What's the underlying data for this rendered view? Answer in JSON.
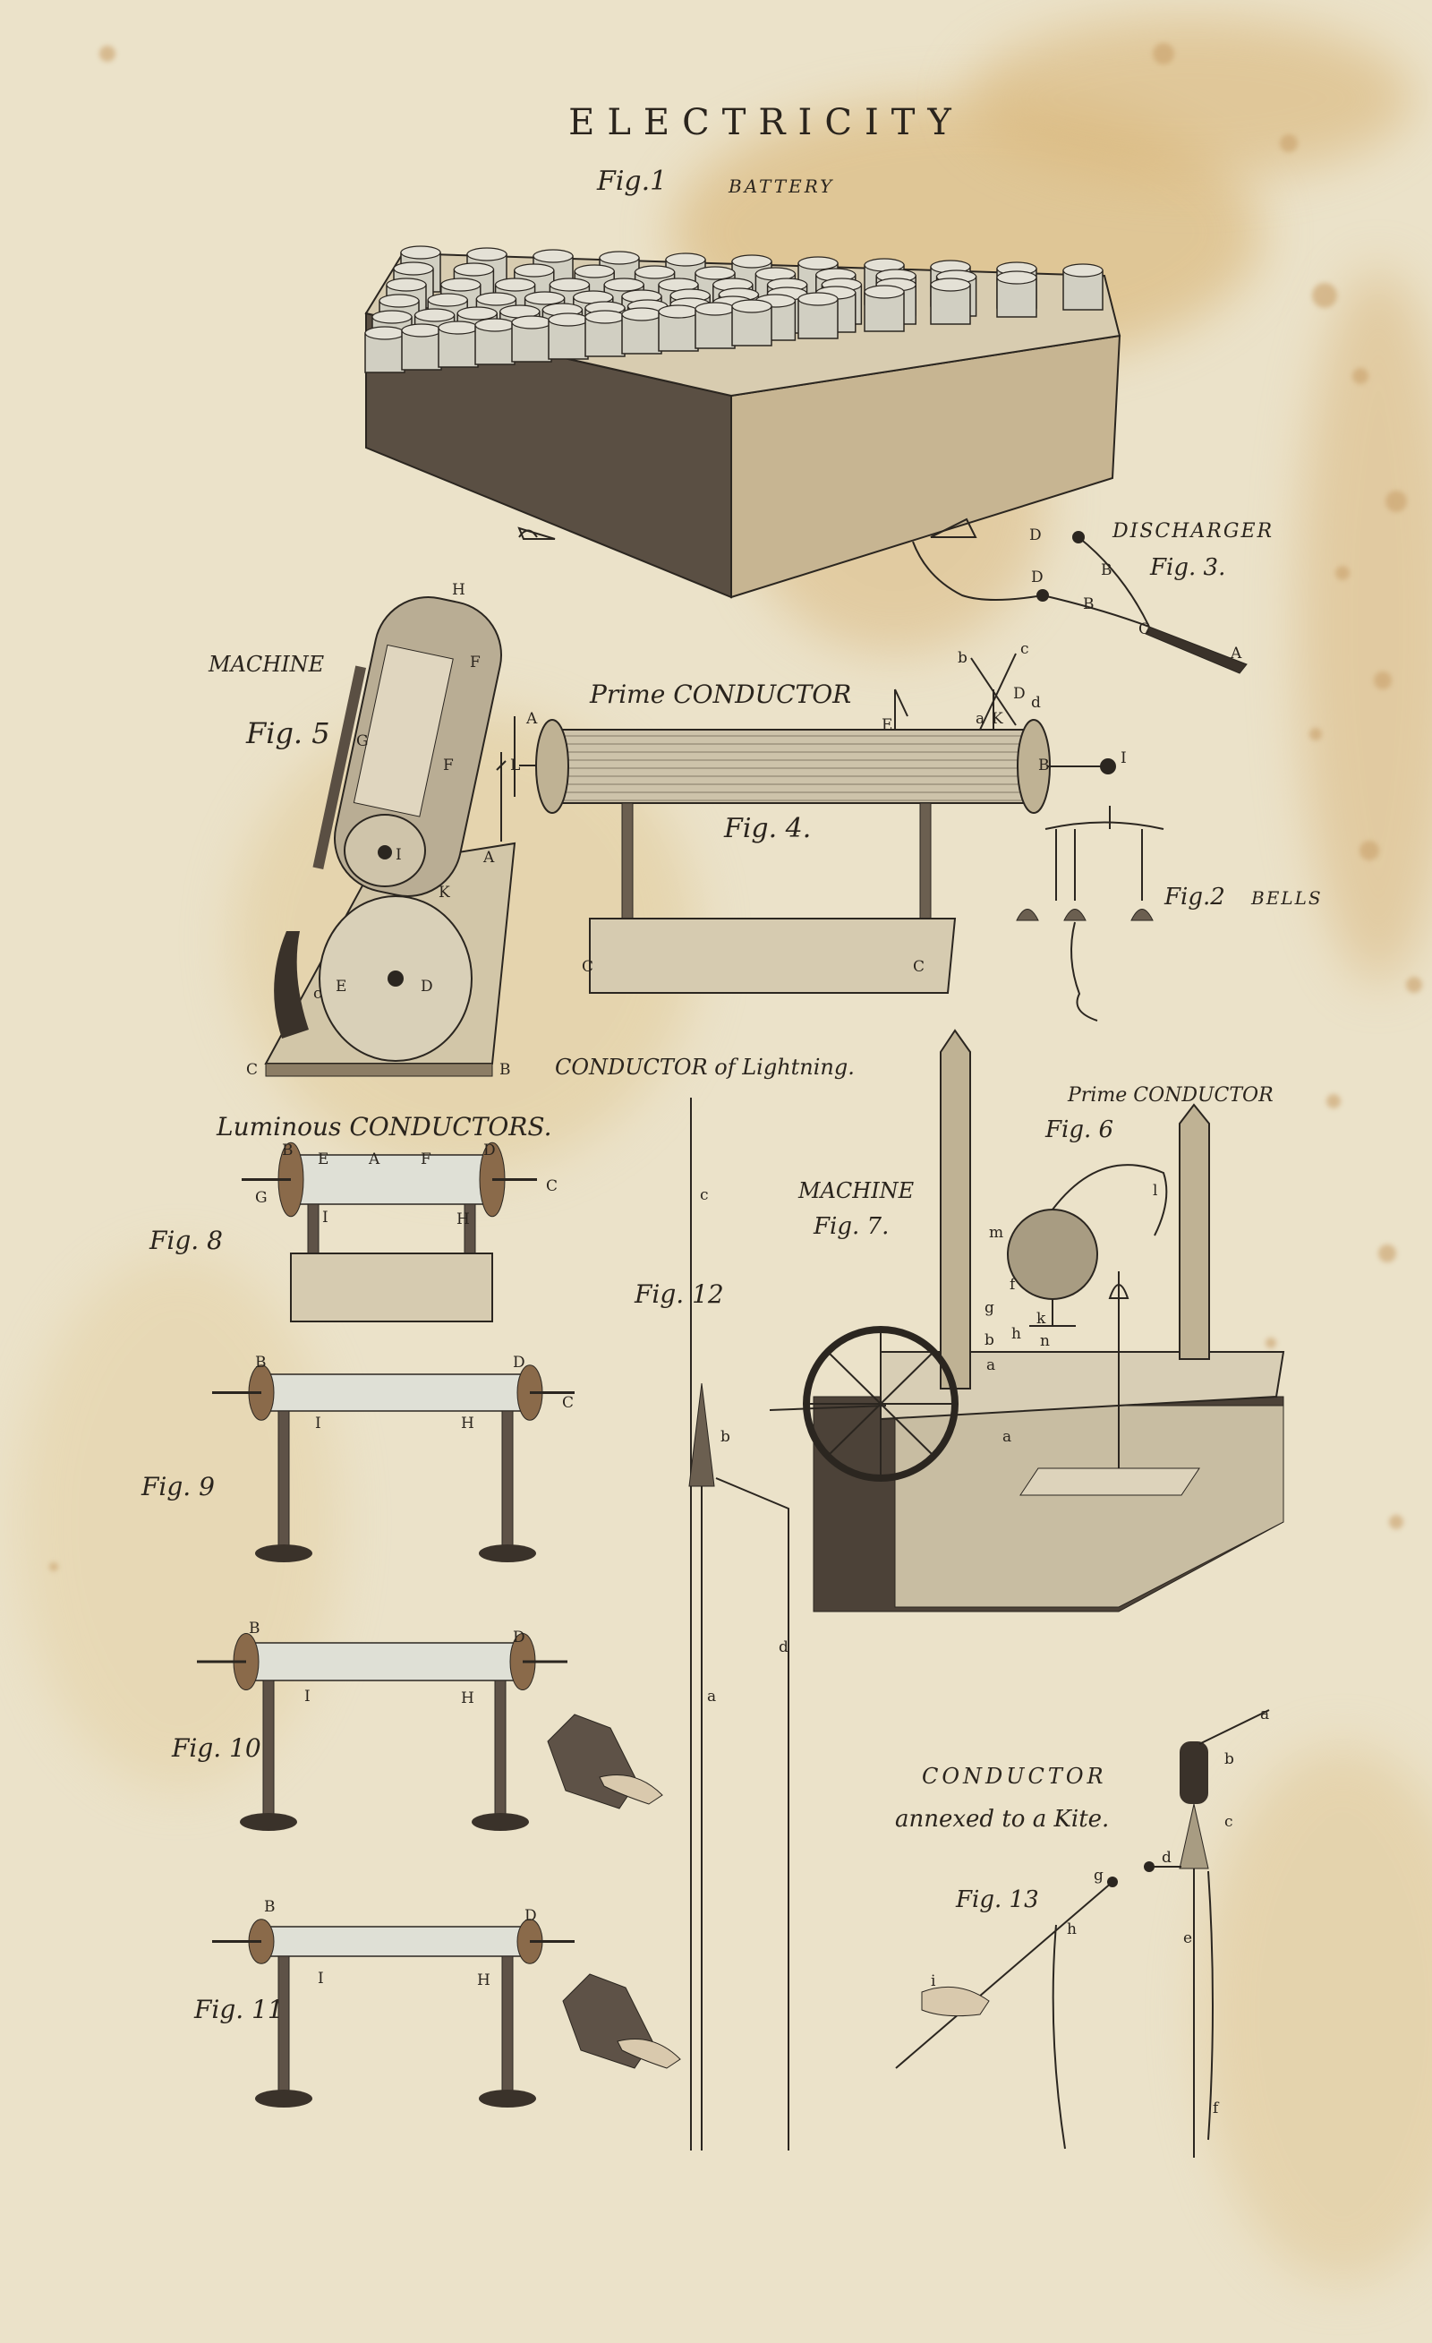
{
  "title": "ELECTRICITY",
  "colors": {
    "paper": "#ebe2c9",
    "stain": "#d6b47a",
    "ink": "#2b2620",
    "copper": "#a86a3c",
    "glass": "#c9d0cf"
  },
  "figures": {
    "fig1": {
      "fig": "Fig.1",
      "caption": "BATTERY"
    },
    "fig2": {
      "fig": "Fig.2",
      "caption": "BELLS",
      "letters": [
        "B",
        "I"
      ]
    },
    "fig3": {
      "fig": "Fig. 3.",
      "caption": "DISCHARGER",
      "letters": [
        "D",
        "D",
        "B",
        "B",
        "C",
        "A"
      ]
    },
    "fig4": {
      "fig": "Fig. 4.",
      "caption": "Prime CONDUCTOR",
      "letters": [
        "A",
        "L",
        "E",
        "b",
        "c",
        "D",
        "a",
        "K",
        "d",
        "C",
        "C"
      ]
    },
    "fig5": {
      "fig": "Fig. 5",
      "caption": "MACHINE",
      "letters": [
        "H",
        "F",
        "G",
        "F",
        "I",
        "A",
        "K",
        "E",
        "c",
        "D",
        "C",
        "B"
      ]
    },
    "fig6": {
      "fig": "Fig. 6",
      "caption": "Prime CONDUCTOR",
      "letters": [
        "m",
        "l",
        "f",
        "g",
        "k",
        "b",
        "h",
        "n",
        "a",
        "a"
      ]
    },
    "fig7": {
      "fig": "Fig. 7.",
      "caption": "MACHINE"
    },
    "fig8": {
      "fig": "Fig. 8",
      "caption": "Luminous CONDUCTORS.",
      "letters": [
        "B",
        "E",
        "A",
        "F",
        "D",
        "C",
        "G",
        "I",
        "H"
      ]
    },
    "fig9": {
      "fig": "Fig. 9",
      "letters": [
        "B",
        "D",
        "C",
        "I",
        "H"
      ]
    },
    "fig10": {
      "fig": "Fig. 10",
      "letters": [
        "B",
        "D",
        "I",
        "H"
      ]
    },
    "fig11": {
      "fig": "Fig. 11",
      "letters": [
        "B",
        "D",
        "I",
        "H"
      ]
    },
    "fig12": {
      "fig": "Fig.   12",
      "caption": "CONDUCTOR of Lightning.",
      "letters": [
        "c",
        "b",
        "d",
        "a"
      ]
    },
    "fig13": {
      "fig": "Fig. 13",
      "caption_line1": "CONDUCTOR",
      "caption_line2": "annexed to a Kite.",
      "letters": [
        "a",
        "b",
        "c",
        "d",
        "g",
        "h",
        "i",
        "e",
        "f"
      ]
    }
  }
}
